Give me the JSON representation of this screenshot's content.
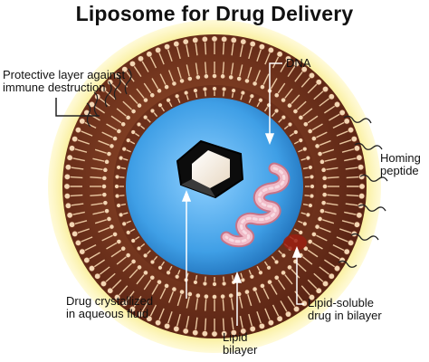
{
  "title": "Liposome for Drug Delivery",
  "labels": {
    "protective": [
      "Protective layer against",
      "immune destruction"
    ],
    "dna": "DNA",
    "homing": [
      "Homing",
      "peptide"
    ],
    "drug_crystal": [
      "Drug crystallized",
      "in aqueous fluid"
    ],
    "lipid_soluble": [
      "Lipid-soluble",
      "drug in bilayer"
    ],
    "lipid_bilayer": [
      "Lipid",
      "bilayer"
    ]
  },
  "colors": {
    "halo": "#f4e56a",
    "lipid_head": "#7a3a22",
    "lipid_tail": "#e9c6a0",
    "core": "#49a6ea",
    "dna": "#e7a3b3",
    "crystal": "#111111"
  }
}
